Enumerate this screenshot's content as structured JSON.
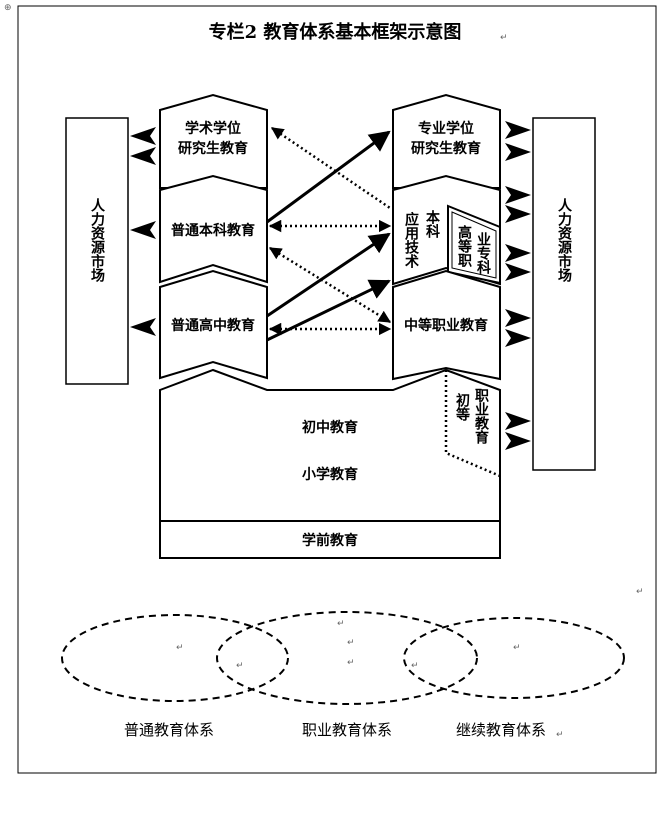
{
  "title": "专栏2 教育体系基本框架示意图",
  "nodes": {
    "xueshu_line1": "学术学位",
    "xueshu_line2": "研究生教育",
    "zhuanye_line1": "专业学位",
    "zhuanye_line2": "研究生教育",
    "putong_benke": "普通本科教育",
    "yingyong_benke_col1": "应用技术",
    "yingyong_benke_col2": "本科",
    "gaodeng_zhuanke_col1": "高等职",
    "gaodeng_zhuanke_col2": "业专科",
    "putong_gaozhong": "普通高中教育",
    "zhongdeng_zhiye": "中等职业教育",
    "chuzhong": "初中教育",
    "xiaoxue": "小学教育",
    "chudeng_zhiye_col1": "初等",
    "chudeng_zhiye_col2": "职业教育",
    "xueqian": "学前教育",
    "labor_market_left": "人力资源市场",
    "labor_market_right": "人力资源市场"
  },
  "systems": [
    "普通教育体系",
    "职业教育体系",
    "继续教育体系"
  ],
  "marks": {
    "return": "↵",
    "corner": "⊕"
  }
}
